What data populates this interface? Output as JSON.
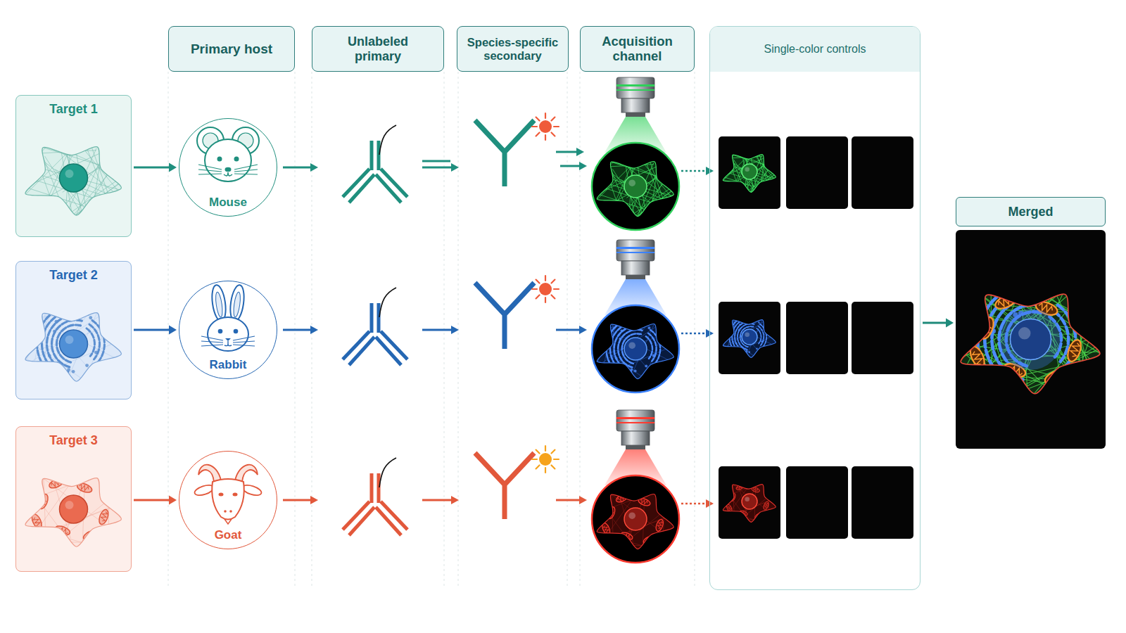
{
  "diagram": {
    "nodes": [
      {
        "text": [
          "Primary host"
        ]
      },
      {
        "text": [
          "Unlabeled primary"
        ]
      },
      {
        "text": [
          "Species-specific secondary"
        ]
      },
      {
        "text": [
          "Acquisition channel"
        ]
      },
      {
        "text": [
          "Single-color controls"
        ]
      },
      {
        "text": [
          "Target 1"
        ]
      },
      {
        "text": [
          "Mouse"
        ]
      },
      {
        "text": [
          "Target 2"
        ]
      },
      {
        "text": [
          "Rabbit"
        ]
      },
      {
        "text": [
          "Target 3"
        ]
      },
      {
        "text": [
          "Goat"
        ]
      },
      {
        "text": [
          "Merged"
        ]
      }
    ],
    "edges": [
      {
        "from": 5,
        "to": 6,
        "arrow": "to"
      },
      {
        "from": 7,
        "to": 8,
        "arrow": "to"
      },
      {
        "from": 9,
        "to": 10,
        "arrow": "to"
      },
      {
        "from": 4,
        "to": 11,
        "arrow": "to"
      }
    ]
  }
}
